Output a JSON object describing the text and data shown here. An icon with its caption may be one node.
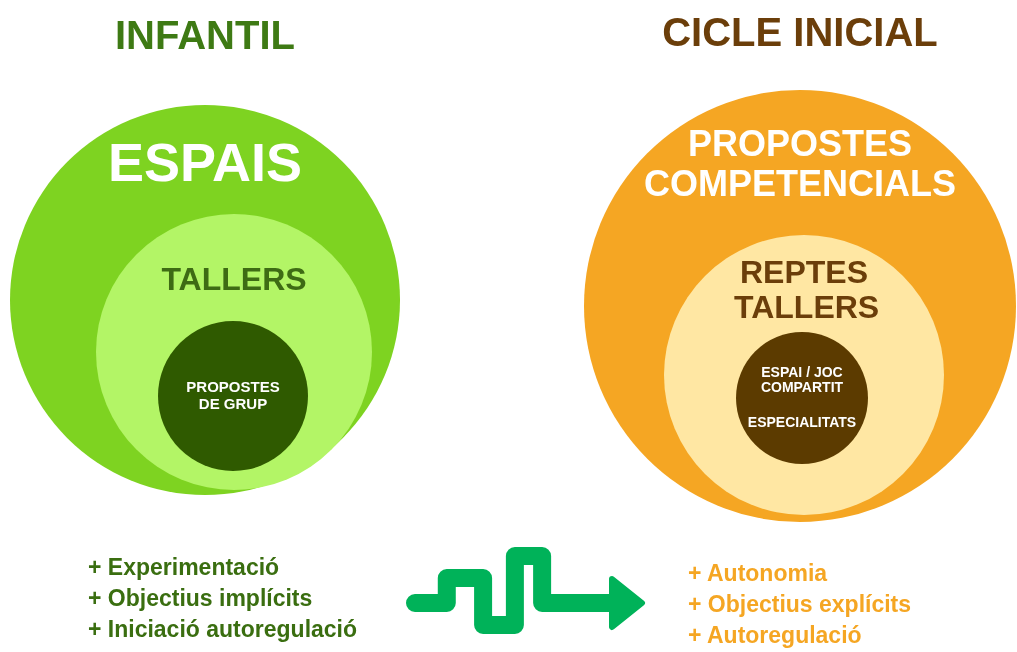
{
  "diagram": {
    "nodes": [
      {
        "text": [
          "INFANTIL",
          "ESPAIS"
        ]
      },
      {
        "text": [
          "TALLERS"
        ],
        "in": 0
      },
      {
        "text": [
          "PROPOSTES DE GRUP"
        ],
        "in": 1
      },
      {
        "text": [
          "CICLE INICIAL",
          "PROPOSTES COMPETENCIALS"
        ]
      },
      {
        "text": [
          "REPTES TALLERS"
        ],
        "in": 3
      },
      {
        "text": [
          "ESPAI / JOC COMPARTIT",
          "ESPECIALITATS"
        ],
        "in": 4
      },
      {
        "text": [
          "+ Experimentació",
          "+ Objectius implícits",
          "+ Iniciació autoregulació"
        ]
      },
      {
        "text": [
          "+ Autonomia",
          "+ Objectius explícits",
          "+ Autoregulació"
        ]
      }
    ],
    "edges": [
      {
        "from": 6,
        "to": 7,
        "arrow": "to",
        "color": "#00b259"
      }
    ]
  }
}
